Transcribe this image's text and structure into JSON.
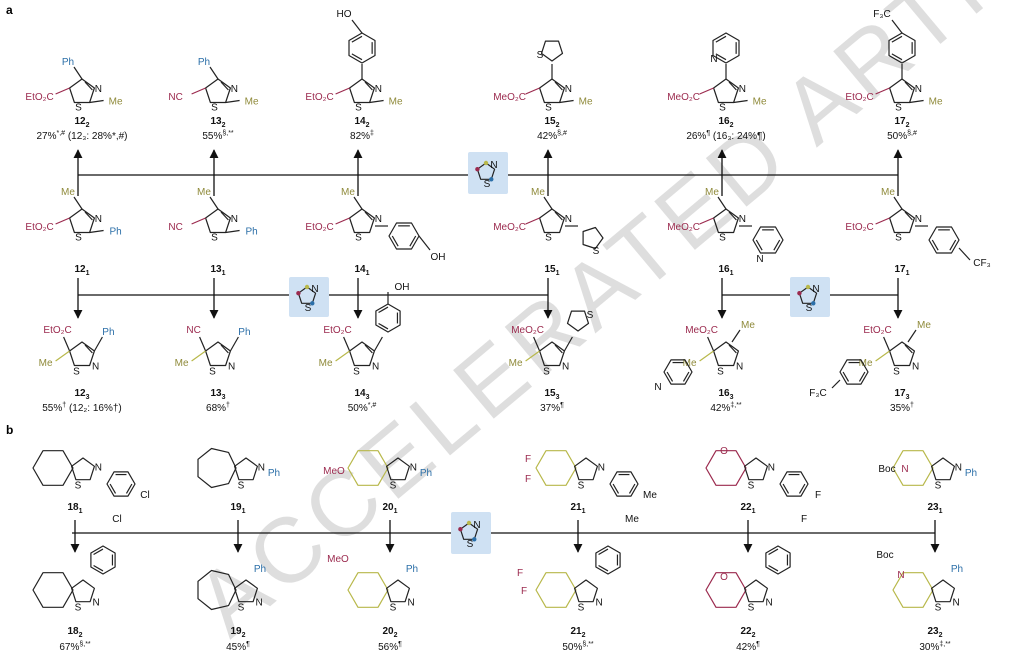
{
  "panels": {
    "a": "a",
    "b": "b"
  },
  "watermark": "ACCELERATED ARTICLE PREVIEW",
  "colors": {
    "ester": "#9b2a4e",
    "aryl": "#2c6fa8",
    "methyl": "#8f8a3a",
    "reagent_box": "#cfe1f3"
  },
  "atoms": {
    "N": "N",
    "S": "S",
    "Me": "Me",
    "Ph": "Ph",
    "OH": "OH",
    "HO": "HO",
    "CO2Et": "EtO₂C",
    "CO2Me": "MeO₂C",
    "CN": "NC",
    "CF3": "CF₃",
    "F3C": "F₃C",
    "Cl": "Cl",
    "F": "F",
    "O": "O",
    "Boc": "Boc",
    "MeO": "MeO"
  },
  "row_top": [
    {
      "num": "12",
      "sub": "2",
      "yield": "27%",
      "sup": "*,#",
      "extra": " (12₃: 28%*,#)"
    },
    {
      "num": "13",
      "sub": "2",
      "yield": "55%",
      "sup": "§,**",
      "extra": ""
    },
    {
      "num": "14",
      "sub": "2",
      "yield": "82%",
      "sup": "‡",
      "extra": ""
    },
    {
      "num": "15",
      "sub": "2",
      "yield": "42%",
      "sup": "§,#",
      "extra": ""
    },
    {
      "num": "16",
      "sub": "2",
      "yield": "26%",
      "sup": "¶",
      "extra": " (16₃: 24%¶)"
    },
    {
      "num": "17",
      "sub": "2",
      "yield": "50%",
      "sup": "§,#",
      "extra": ""
    }
  ],
  "row_mid": [
    {
      "num": "12",
      "sub": "1"
    },
    {
      "num": "13",
      "sub": "1"
    },
    {
      "num": "14",
      "sub": "1"
    },
    {
      "num": "15",
      "sub": "1"
    },
    {
      "num": "16",
      "sub": "1"
    },
    {
      "num": "17",
      "sub": "1"
    }
  ],
  "row_bot": [
    {
      "num": "12",
      "sub": "3",
      "yield": "55%",
      "sup": "†",
      "extra": " (12₂: 16%†)"
    },
    {
      "num": "13",
      "sub": "3",
      "yield": "68%",
      "sup": "†",
      "extra": ""
    },
    {
      "num": "14",
      "sub": "3",
      "yield": "50%",
      "sup": "*,#",
      "extra": ""
    },
    {
      "num": "15",
      "sub": "3",
      "yield": "37%",
      "sup": "¶",
      "extra": ""
    },
    {
      "num": "16",
      "sub": "3",
      "yield": "42%",
      "sup": "‡,**",
      "extra": ""
    },
    {
      "num": "17",
      "sub": "3",
      "yield": "35%",
      "sup": "†",
      "extra": ""
    }
  ],
  "row_b_start": [
    {
      "num": "18",
      "sub": "1"
    },
    {
      "num": "19",
      "sub": "1"
    },
    {
      "num": "20",
      "sub": "1"
    },
    {
      "num": "21",
      "sub": "1"
    },
    {
      "num": "22",
      "sub": "1"
    },
    {
      "num": "23",
      "sub": "1"
    }
  ],
  "row_b_end": [
    {
      "num": "18",
      "sub": "2",
      "yield": "67%",
      "sup": "§,**"
    },
    {
      "num": "19",
      "sub": "2",
      "yield": "45%",
      "sup": "¶"
    },
    {
      "num": "20",
      "sub": "2",
      "yield": "56%",
      "sup": "¶"
    },
    {
      "num": "21",
      "sub": "2",
      "yield": "50%",
      "sup": "§,**"
    },
    {
      "num": "22",
      "sub": "2",
      "yield": "42%",
      "sup": "¶"
    },
    {
      "num": "23",
      "sub": "2",
      "yield": "30%",
      "sup": "‡,**"
    }
  ]
}
